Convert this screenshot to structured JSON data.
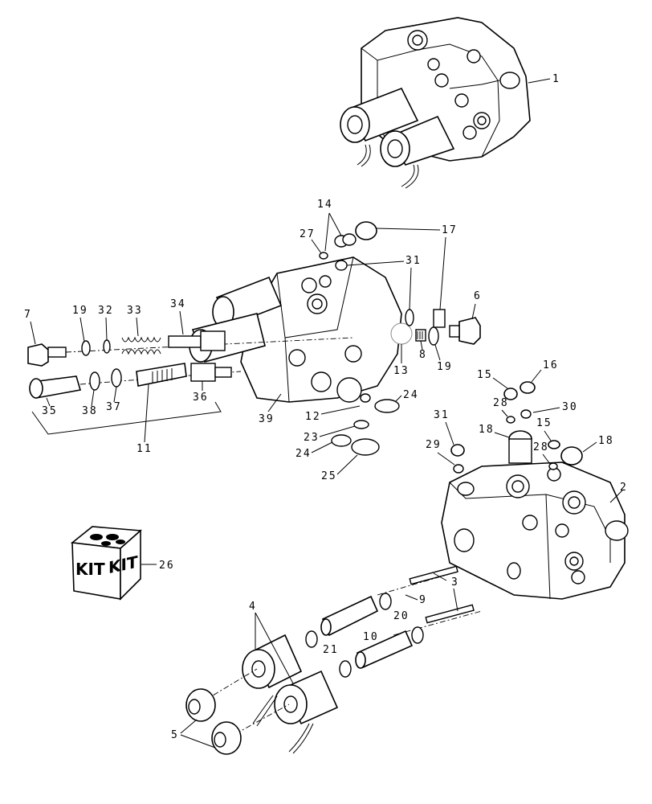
{
  "diagram": {
    "callouts": {
      "c1": "1",
      "c2": "2",
      "c3": "3",
      "c4": "4",
      "c5": "5",
      "c6": "6",
      "c7": "7",
      "c8": "8",
      "c9": "9",
      "c10": "10",
      "c11": "11",
      "c12": "12",
      "c13": "13",
      "c14": "14",
      "c15a": "15",
      "c15b": "15",
      "c16": "16",
      "c17": "17",
      "c18a": "18",
      "c18b": "18",
      "c19a": "19",
      "c19b": "19",
      "c20": "20",
      "c21": "21",
      "c23": "23",
      "c24a": "24",
      "c24b": "24",
      "c25": "25",
      "c26": "26",
      "c27": "27",
      "c28a": "28",
      "c28b": "28",
      "c29": "29",
      "c30": "30",
      "c31a": "31",
      "c31b": "31",
      "c32": "32",
      "c33": "33",
      "c34": "34",
      "c35": "35",
      "c36": "36",
      "c37": "37",
      "c38": "38",
      "c39": "39"
    },
    "kit_box": {
      "label_left": "KIT",
      "label_right": "KIT"
    }
  }
}
